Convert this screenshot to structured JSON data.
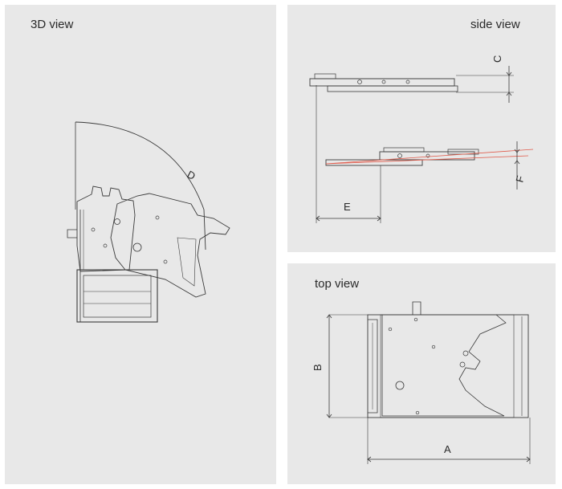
{
  "panels": {
    "view3d": {
      "title": "3D view",
      "dim_d": "D"
    },
    "side": {
      "title": "side view",
      "dim_c": "C",
      "dim_e": "E",
      "dim_f": "F"
    },
    "top": {
      "title": "top view",
      "dim_a": "A",
      "dim_b": "B"
    }
  },
  "colors": {
    "panel_bg": "#e8e8e8",
    "line": "#3a3a3a",
    "accent_line": "#e05a4a"
  }
}
